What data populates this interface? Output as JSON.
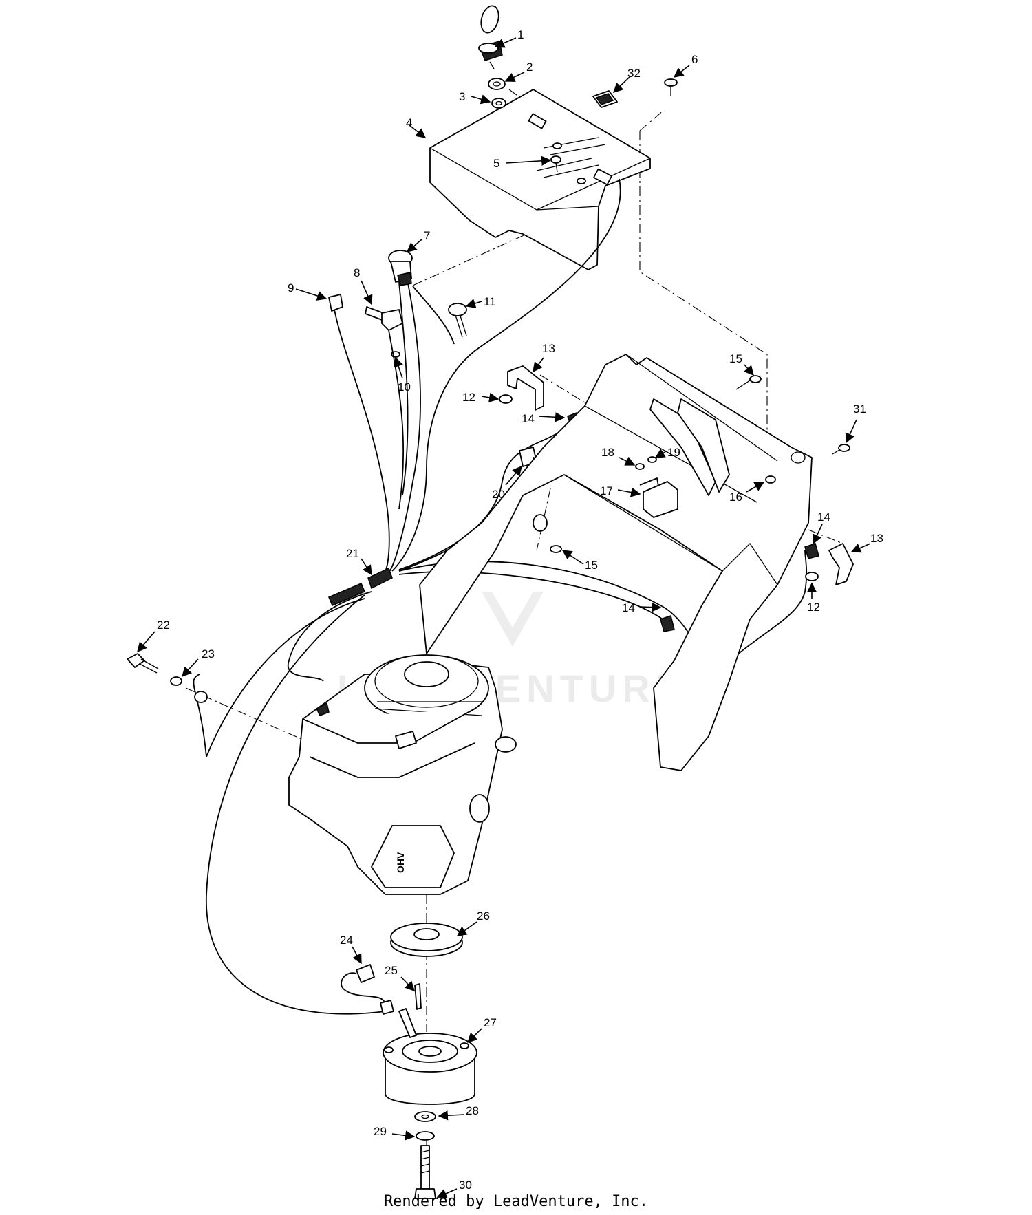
{
  "diagram": {
    "footer_text": "Rendered by LeadVenture, Inc.",
    "watermark_text": "LEADVENTURE",
    "callouts": [
      {
        "id": "c1",
        "text": "1"
      },
      {
        "id": "c2",
        "text": "2"
      },
      {
        "id": "c3",
        "text": "3"
      },
      {
        "id": "c4",
        "text": "4"
      },
      {
        "id": "c5",
        "text": "5"
      },
      {
        "id": "c6",
        "text": "6"
      },
      {
        "id": "c32",
        "text": "32"
      },
      {
        "id": "c7",
        "text": "7"
      },
      {
        "id": "c8",
        "text": "8"
      },
      {
        "id": "c9",
        "text": "9"
      },
      {
        "id": "c10",
        "text": "10"
      },
      {
        "id": "c11",
        "text": "11"
      },
      {
        "id": "c13a",
        "text": "13"
      },
      {
        "id": "c12a",
        "text": "12"
      },
      {
        "id": "c14a",
        "text": "14"
      },
      {
        "id": "c15a",
        "text": "15"
      },
      {
        "id": "c31",
        "text": "31"
      },
      {
        "id": "c18",
        "text": "18"
      },
      {
        "id": "c19",
        "text": "19"
      },
      {
        "id": "c17",
        "text": "17"
      },
      {
        "id": "c16",
        "text": "16"
      },
      {
        "id": "c20",
        "text": "20"
      },
      {
        "id": "c14b",
        "text": "14"
      },
      {
        "id": "c13b",
        "text": "13"
      },
      {
        "id": "c21",
        "text": "21"
      },
      {
        "id": "c15b",
        "text": "15"
      },
      {
        "id": "c12b",
        "text": "12"
      },
      {
        "id": "c14c",
        "text": "14"
      },
      {
        "id": "c22",
        "text": "22"
      },
      {
        "id": "c23",
        "text": "23"
      },
      {
        "id": "c26",
        "text": "26"
      },
      {
        "id": "c24",
        "text": "24"
      },
      {
        "id": "c25",
        "text": "25"
      },
      {
        "id": "c27",
        "text": "27"
      },
      {
        "id": "c28",
        "text": "28"
      },
      {
        "id": "c29",
        "text": "29"
      },
      {
        "id": "c30",
        "text": "30"
      }
    ]
  }
}
